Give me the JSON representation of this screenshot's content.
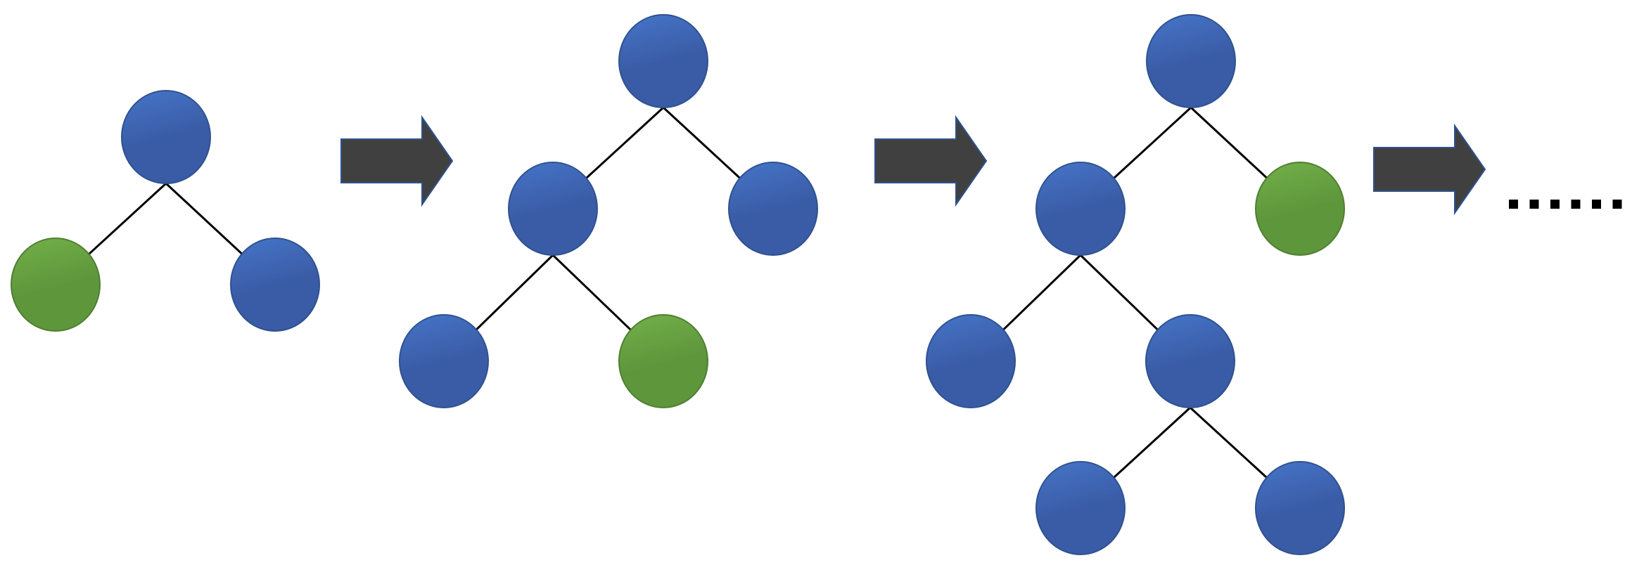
{
  "colors": {
    "node_blue": "#4472c4",
    "node_blue_dark": "#3a5ba5",
    "node_green": "#70ad47",
    "node_green_dark": "#5e963c",
    "node_outline_blue": "#2f528f",
    "node_outline_green": "#507e32",
    "edge": "#000000",
    "arrow_fill": "#404040",
    "arrow_outline": "#2f528f",
    "dots": "#000000"
  },
  "trees": [
    {
      "id": "tree-1",
      "nodes": [
        {
          "id": "root",
          "color": "blue"
        },
        {
          "id": "left",
          "color": "green"
        },
        {
          "id": "right",
          "color": "blue"
        }
      ],
      "edges": [
        [
          "root",
          "left"
        ],
        [
          "root",
          "right"
        ]
      ]
    },
    {
      "id": "tree-2",
      "nodes": [
        {
          "id": "root",
          "color": "blue"
        },
        {
          "id": "left",
          "color": "blue"
        },
        {
          "id": "right",
          "color": "blue"
        },
        {
          "id": "left-left",
          "color": "blue"
        },
        {
          "id": "left-right",
          "color": "green"
        }
      ],
      "edges": [
        [
          "root",
          "left"
        ],
        [
          "root",
          "right"
        ],
        [
          "left",
          "left-left"
        ],
        [
          "left",
          "left-right"
        ]
      ]
    },
    {
      "id": "tree-3",
      "nodes": [
        {
          "id": "root",
          "color": "blue"
        },
        {
          "id": "left",
          "color": "blue"
        },
        {
          "id": "right",
          "color": "green"
        },
        {
          "id": "left-left",
          "color": "blue"
        },
        {
          "id": "left-right",
          "color": "blue"
        },
        {
          "id": "left-right-left",
          "color": "blue"
        },
        {
          "id": "left-right-right",
          "color": "blue"
        }
      ],
      "edges": [
        [
          "root",
          "left"
        ],
        [
          "root",
          "right"
        ],
        [
          "left",
          "left-left"
        ],
        [
          "left",
          "left-right"
        ],
        [
          "left-right",
          "left-right-left"
        ],
        [
          "left-right",
          "left-right-right"
        ]
      ]
    }
  ],
  "arrows": [
    {
      "id": "arrow-1",
      "from": "tree-1",
      "to": "tree-2"
    },
    {
      "id": "arrow-2",
      "from": "tree-2",
      "to": "tree-3"
    },
    {
      "id": "arrow-3",
      "from": "tree-3",
      "to": "continuation"
    }
  ],
  "continuation": {
    "dot_count": 6
  }
}
